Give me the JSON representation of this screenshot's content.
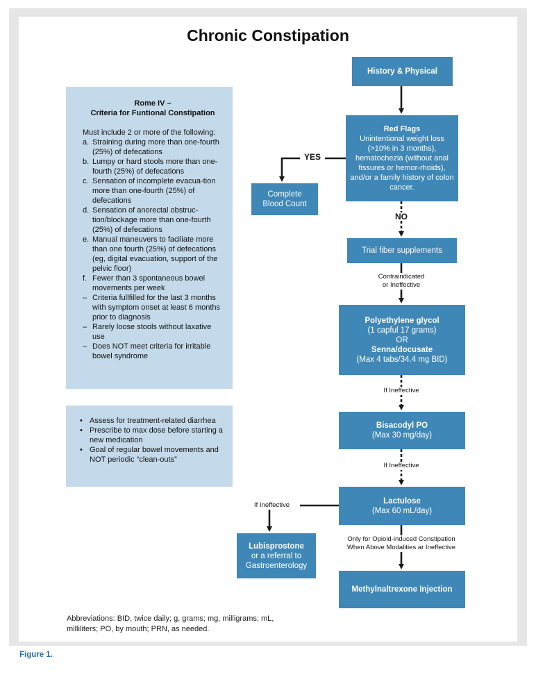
{
  "title": "Chronic Constipation",
  "colors": {
    "box": "#3f87b7",
    "info": "#c4daea",
    "figure_label": "#2b6ea6"
  },
  "nodes": {
    "history": {
      "title": "History & Physical"
    },
    "red_flags": {
      "title": "Red Flags",
      "text": "Unintentional weight loss (>10% in 3 months), hematochezia (without anal fissures or hemor-rhoids), and/or a family history of colon cancer."
    },
    "cbc": {
      "line1": "Complete",
      "line2": "Blood Count"
    },
    "fiber": {
      "title": "Trial fiber supplements"
    },
    "peg": {
      "title": "Polyethylene glycol",
      "dose": "(1 capful 17 grams)",
      "or": "OR",
      "title2": "Senna/docusate",
      "dose2": "(Max 4 tabs/34.4 mg BID)"
    },
    "bisacodyl": {
      "title": "Bisacodyl PO",
      "dose": "(Max 30 mg/day)"
    },
    "lactulose": {
      "title": "Lactulose",
      "dose": "(Max 60 mL/day)"
    },
    "lubiprostone": {
      "title": "Lubisprostone",
      "line2": "or a referral to",
      "line3": "Gastroenterology"
    },
    "methyl": {
      "title": "Methylnaltrexone Injection"
    }
  },
  "edge_labels": {
    "yes": "YES",
    "no": "NO",
    "contraindicated_1": "Contraindicated",
    "contraindicated_2": "or Ineffective",
    "if_ineffective_1": "If Ineffective",
    "if_ineffective_2": "If Ineffective",
    "if_ineffective_left": "If Ineffective",
    "opioid_1": "Only for Opioid-induced Constipation",
    "opioid_2": "When Above Modalities ar Ineffective"
  },
  "rome": {
    "heading_1": "Rome IV –",
    "heading_2": "Criteria for Funtional Constipation",
    "intro": "Must include 2 or more of the following:",
    "items": [
      {
        "marker": "a.",
        "text": "Straining during more than one-fourth (25%) of defecations"
      },
      {
        "marker": "b.",
        "text": "Lumpy or hard stools more than one-fourth (25%) of defecations"
      },
      {
        "marker": "c.",
        "text": "Sensation of incomplete evacua-tion more than one-fourth (25%) of defecations"
      },
      {
        "marker": "d.",
        "text": "Sensation of anorectal obstruc-tion/blockage more than one-fourth (25%) of defecations"
      },
      {
        "marker": "e.",
        "text": "Manual maneuvers to faciliate more than one fourth (25%) of defecations (eg, digital evacuation, support of the pelvic floor)"
      },
      {
        "marker": "f.",
        "text": "Fewer than 3 spontaneous bowel movements per week"
      },
      {
        "marker": "–",
        "text": "Criteria fullfilled for the last 3 months with symptom onset at least 6 months prior to diagnosis"
      },
      {
        "marker": "–",
        "text": "Rarely loose stools without laxative use"
      },
      {
        "marker": "–",
        "text": "Does NOT meet criteria for irritable bowel syndrome"
      }
    ]
  },
  "notes": [
    "Assess for treatment-related diarrhea",
    "Prescribe to max dose before starting a new medication",
    "Goal of regular bowel movements and NOT periodic “clean-outs”"
  ],
  "abbreviations": "Abbreviations: BID, twice daily; g, grams; mg, milligrams; mL, milliliters; PO, by mouth; PRN, as needed.",
  "figure_label": "Figure 1."
}
